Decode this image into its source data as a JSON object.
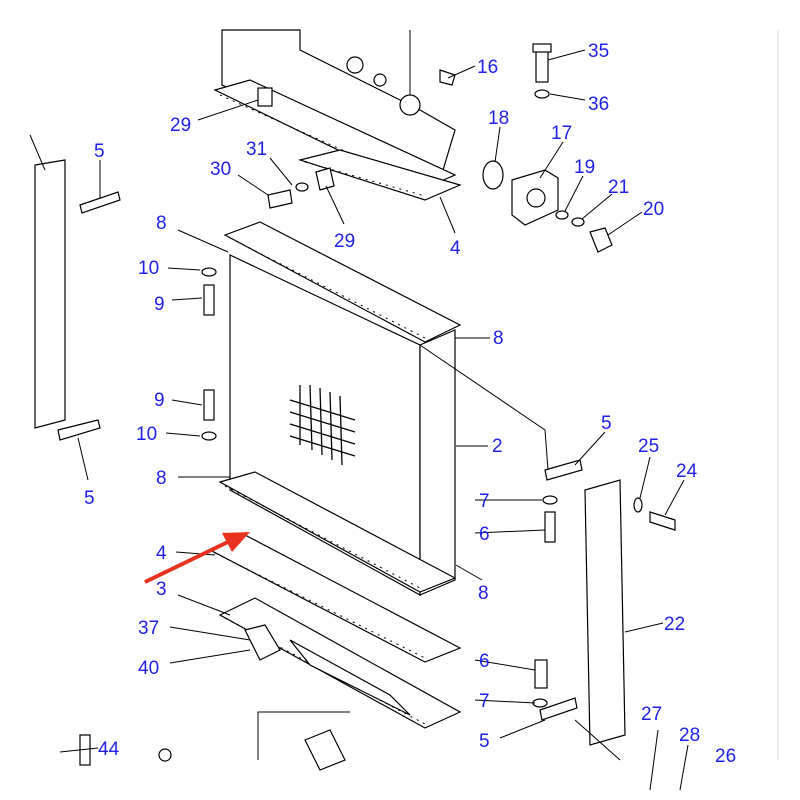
{
  "diagram": {
    "title": "Radiator assembly parts diagram",
    "arrow_color": "#e8321e",
    "label_color": "#2020e8",
    "labels": [
      "35",
      "16",
      "36",
      "29",
      "18",
      "17",
      "5",
      "31",
      "30",
      "19",
      "21",
      "20",
      "29",
      "4",
      "8",
      "10",
      "9",
      "8",
      "9",
      "10",
      "5",
      "25",
      "2",
      "24",
      "8",
      "5",
      "7",
      "6",
      "4",
      "8",
      "3",
      "22",
      "37",
      "40",
      "6",
      "7",
      "27",
      "5",
      "28",
      "44",
      "26"
    ]
  }
}
